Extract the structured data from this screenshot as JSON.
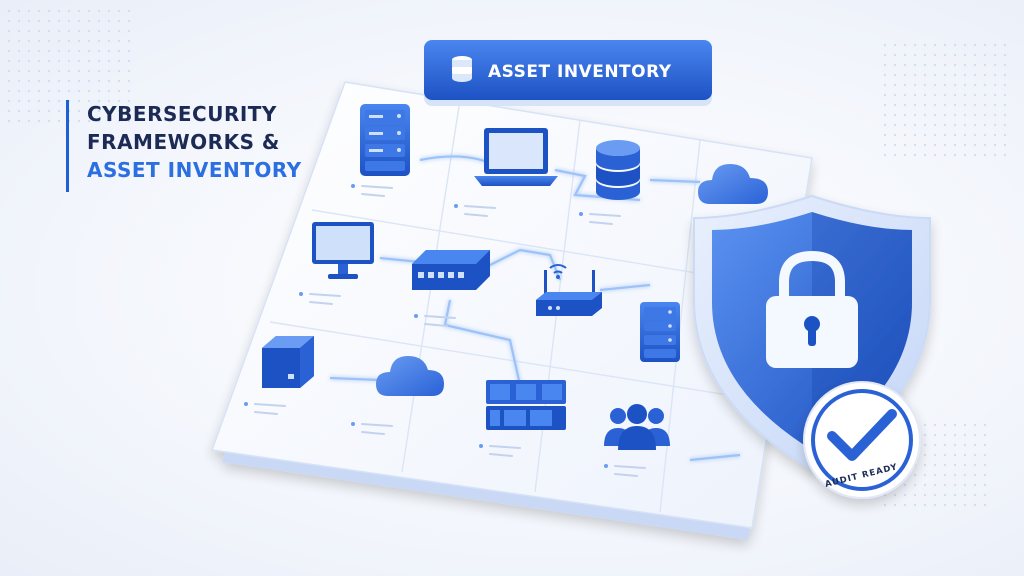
{
  "title": {
    "line1": "CYBERSECURITY",
    "line2": "FRAMEWORKS &",
    "line3": "ASSET INVENTORY"
  },
  "panel": {
    "header_label": "ASSET INVENTORY",
    "header_icon": "database-icon"
  },
  "assets": [
    {
      "name": "server-rack-icon"
    },
    {
      "name": "laptop-icon"
    },
    {
      "name": "database-icon"
    },
    {
      "name": "cloud-icon"
    },
    {
      "name": "monitor-icon"
    },
    {
      "name": "network-switch-icon"
    },
    {
      "name": "wifi-router-icon"
    },
    {
      "name": "server-stack-icon"
    },
    {
      "name": "storage-box-icon"
    },
    {
      "name": "cloud-icon"
    },
    {
      "name": "firewall-icon"
    },
    {
      "name": "users-group-icon"
    }
  ],
  "shield": {
    "icon": "shield-lock-icon"
  },
  "badge": {
    "label": "AUDIT READY",
    "icon": "checkmark-icon"
  },
  "colors": {
    "primary": "#2563d9",
    "dark_blue": "#1c2a56",
    "accent_blue": "#2b6fe0",
    "light_blue": "#dbe7fb",
    "panel_white": "#f7f9fe"
  }
}
